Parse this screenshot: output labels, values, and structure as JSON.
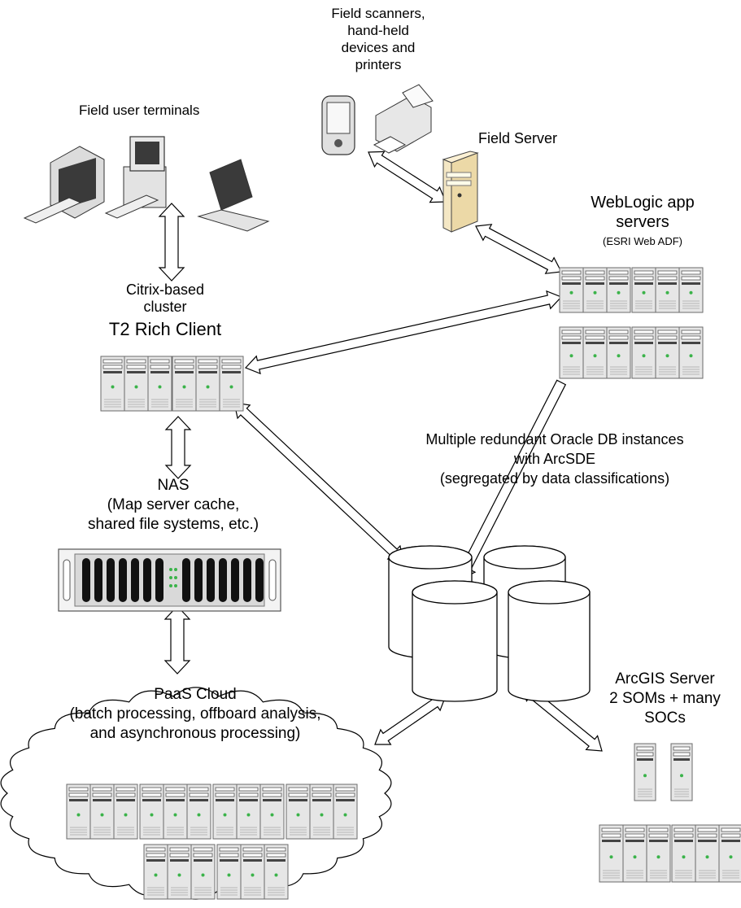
{
  "labels": {
    "field_user_terminals": "Field user terminals",
    "field_scanners": [
      "Field scanners,",
      "hand-held",
      "devices and",
      "printers"
    ],
    "field_server": "Field Server",
    "weblogic": [
      "WebLogic app",
      "servers"
    ],
    "weblogic_sub": "(ESRI Web ADF)",
    "citrix": [
      "Citrix-based",
      "cluster"
    ],
    "t2_rich_client": "T2 Rich Client",
    "oracle": [
      "Multiple redundant Oracle DB instances",
      "with ArcSDE",
      "(segregated by data classifications)"
    ],
    "nas": [
      "NAS",
      "(Map server cache,",
      "shared file systems, etc.)"
    ],
    "arcgis": [
      "ArcGIS Server",
      "2 SOMs + many",
      "SOCs"
    ],
    "paas": [
      "PaaS Cloud",
      "(batch processing, offboard analysis,",
      "and asynchronous processing)"
    ]
  },
  "colors": {
    "server_body": "#e6e6e6",
    "server_stroke": "#6b6b6b",
    "led": "#3bb34a",
    "field_server_body": "#f4e7c4",
    "outline": "#000000"
  }
}
